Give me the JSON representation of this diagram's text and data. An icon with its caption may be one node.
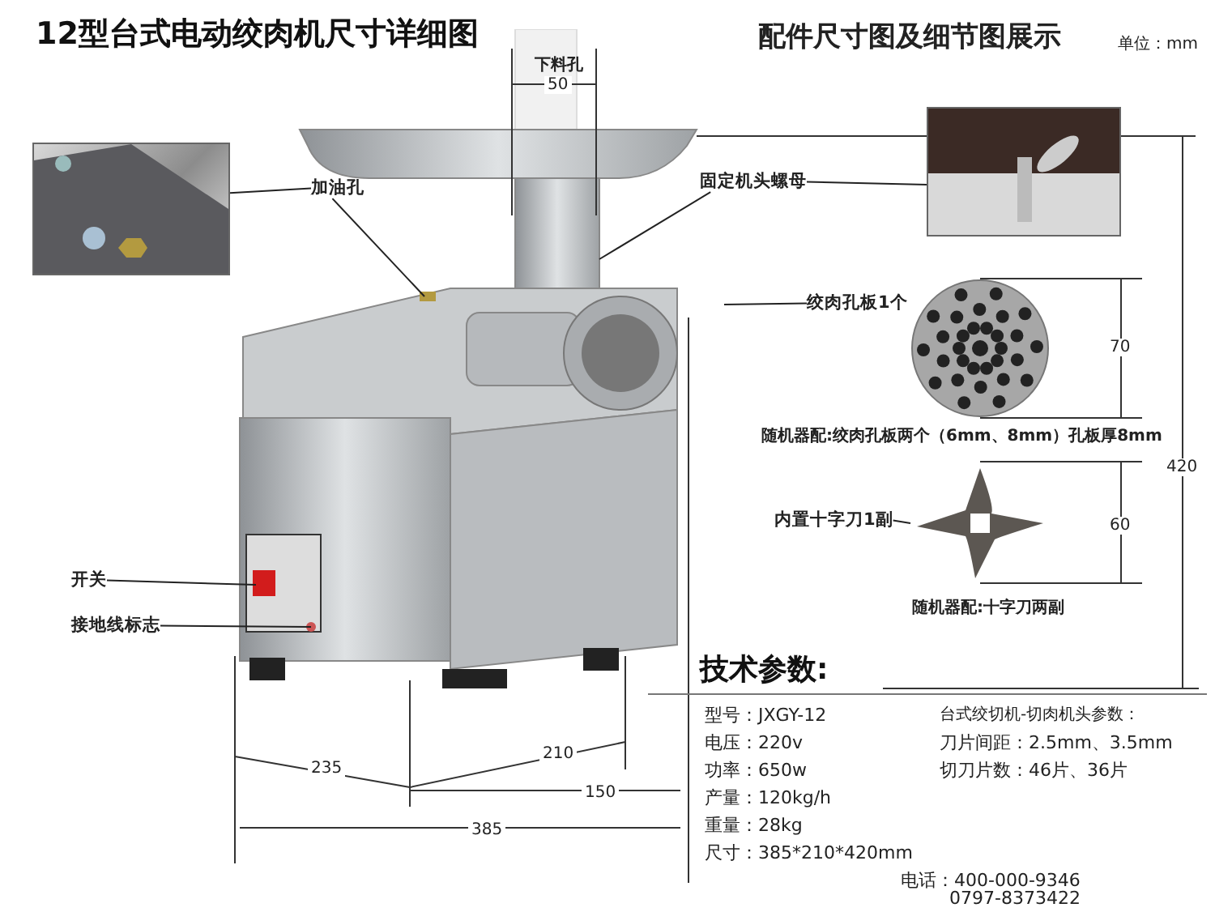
{
  "diagram": {
    "title": "12型台式电动绞肉机尺寸详细图",
    "nodes": [
      {
        "text": [],
        "shape": "picture"
      },
      {
        "text": [],
        "shape": "picture"
      },
      {
        "text": [],
        "shape": "picture",
        "beside": [
          "随机器配:绞肉孔板两个（6mm、8mm）孔板厚8mm"
        ]
      },
      {
        "text": [],
        "shape": "picture",
        "beside": [
          "随机器配:十字刀两副"
        ]
      },
      {
        "text": [
          "加油孔"
        ]
      },
      {
        "text": [
          "固定机头螺母"
        ]
      },
      {
        "text": [
          "绞肉孔板1个"
        ]
      },
      {
        "text": [
          "内置十字刀1副"
        ]
      },
      {
        "text": [
          "开关"
        ]
      },
      {
        "text": [
          "接地线标志"
        ]
      }
    ],
    "edges": [
      {
        "from": 4,
        "to": 0,
        "arrow": "none"
      },
      {
        "from": 4,
        "to": null,
        "arrow": "none"
      },
      {
        "from": 5,
        "to": null,
        "arrow": "none"
      },
      {
        "from": 5,
        "to": 1,
        "arrow": "none"
      },
      {
        "from": 6,
        "to": null,
        "arrow": "none"
      },
      {
        "from": 7,
        "to": 3,
        "arrow": "none"
      },
      {
        "from": 8,
        "to": null,
        "arrow": "none"
      },
      {
        "from": 9,
        "to": null,
        "arrow": "none"
      }
    ],
    "labels": [
      "配件尺寸图及细节图展示",
      "单位：mm",
      "下料孔",
      "50",
      "70",
      "420",
      "60",
      "235",
      "210",
      "150",
      "385",
      "技术参数:",
      "型号：JXGY-12",
      "台式绞切机-切肉机头参数：",
      "电压：220v",
      "刀片间距：2.5mm、3.5mm",
      "功率：650w",
      "切刀片数：46片、36片",
      "产量：120kg/h",
      "重量：28kg",
      "尺寸：385*210*420mm",
      "电话：400-000-9346",
      "0797-8373422"
    ]
  }
}
